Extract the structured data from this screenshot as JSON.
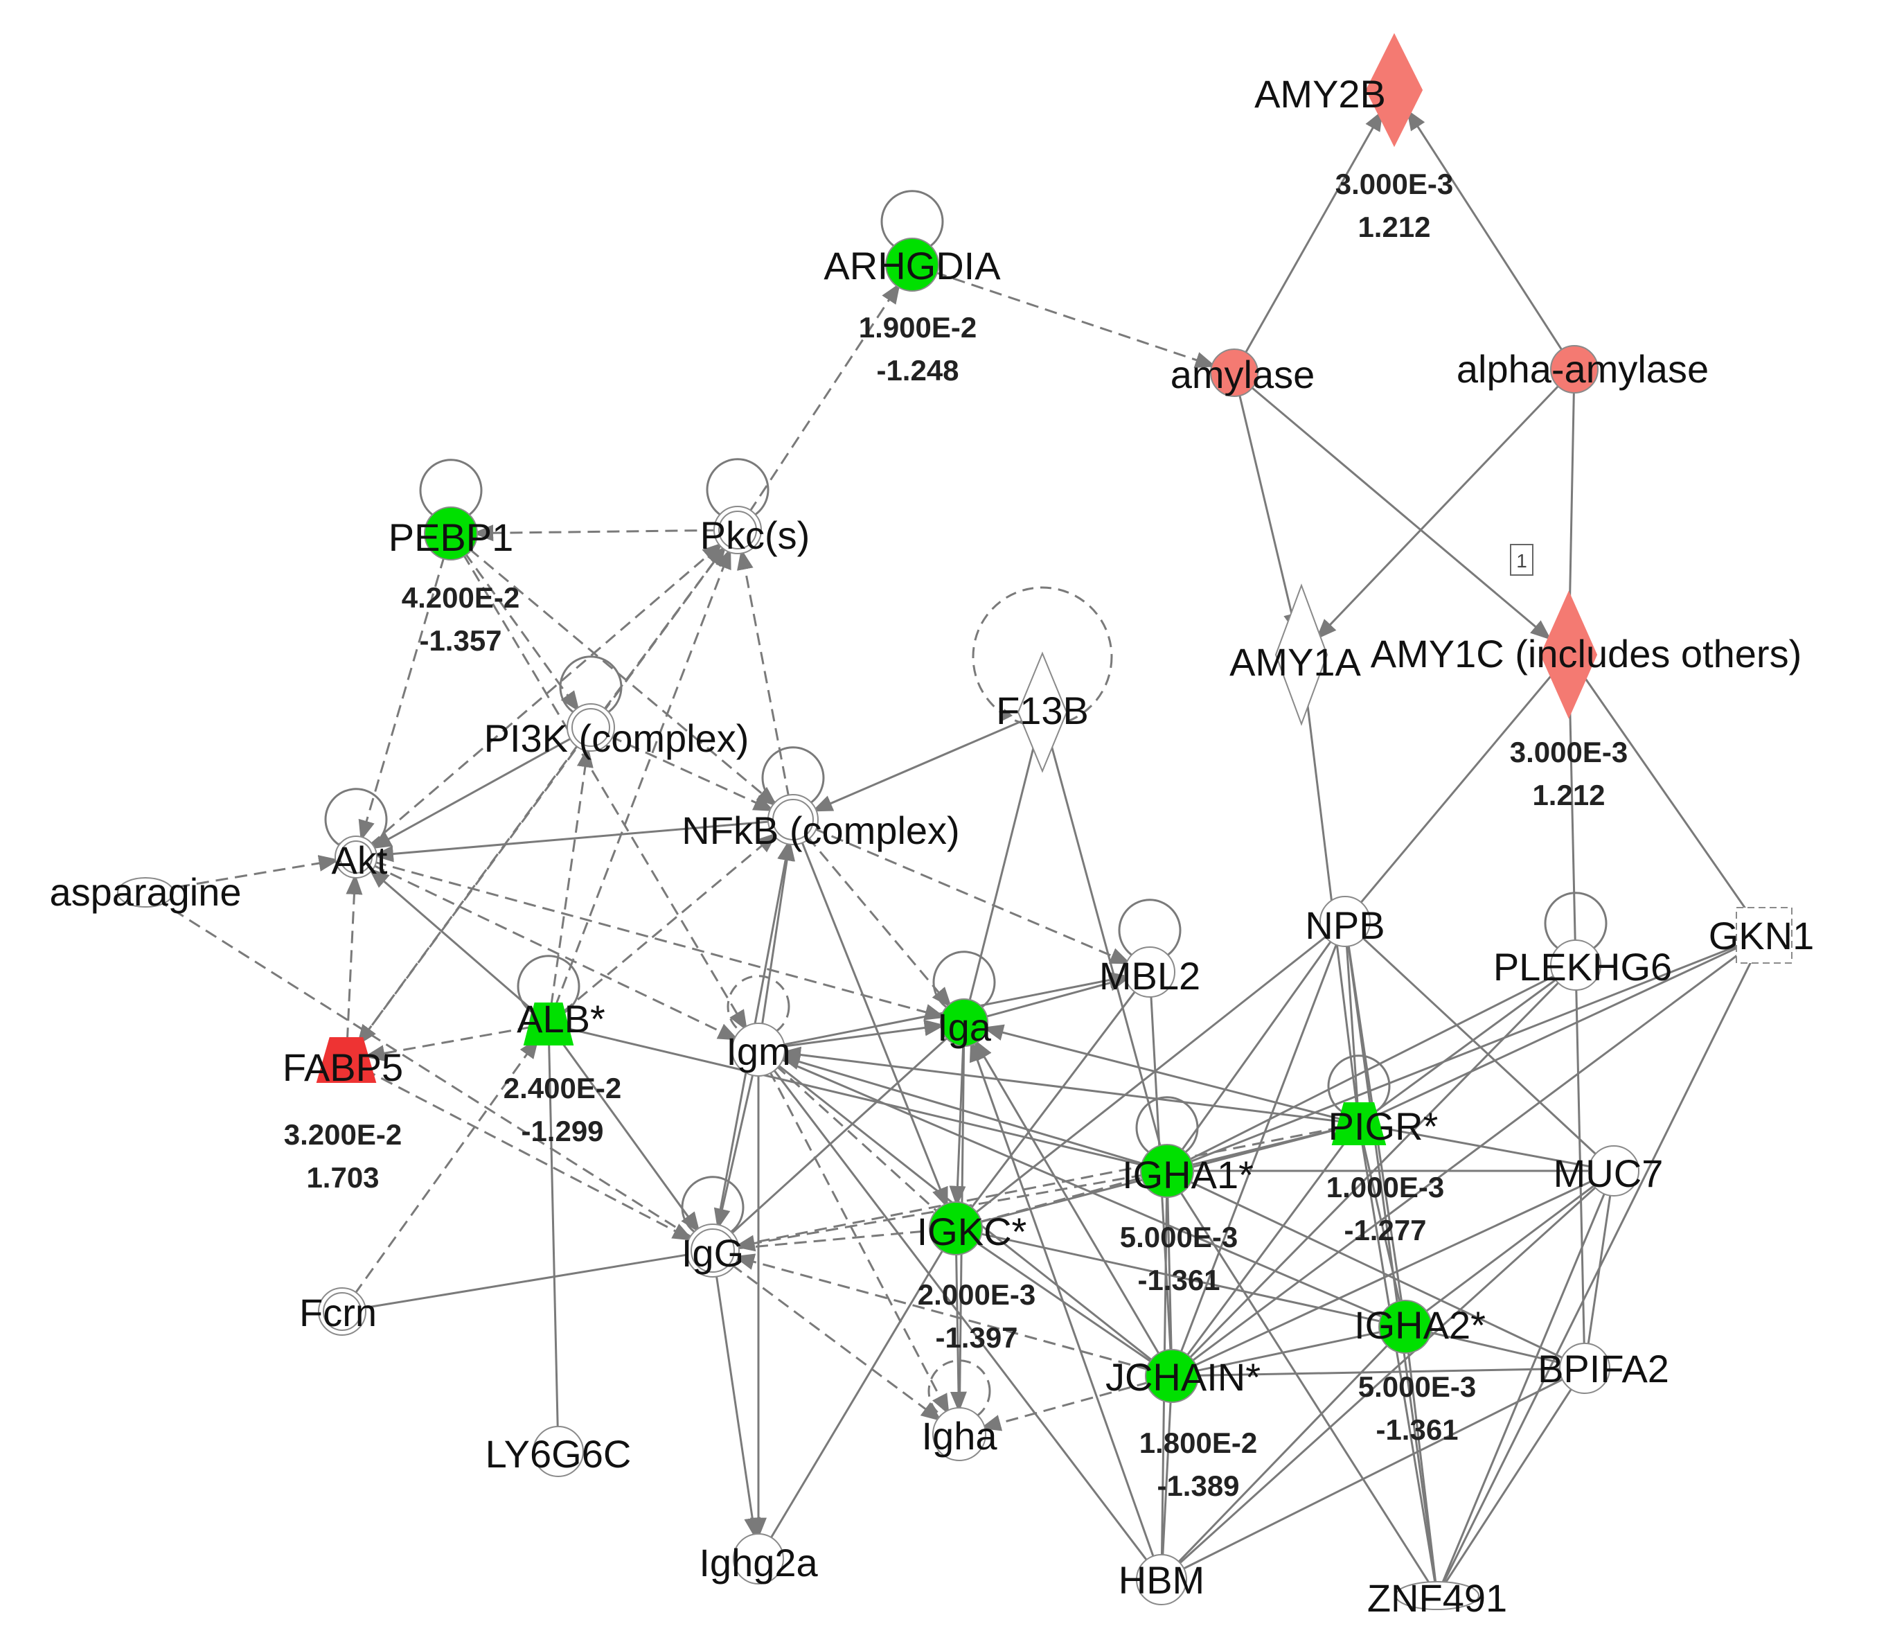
{
  "colors": {
    "down": "#00e000",
    "up_strong": "#ee3333",
    "up": "#f47a72",
    "neutral": "#ffffff",
    "edge": "#7a7a7a"
  },
  "nodes": [
    {
      "id": "amy2b",
      "label": "AMY2B",
      "shape": "diamond",
      "color": "up",
      "p": "3.000E-3",
      "fc": "1.212"
    },
    {
      "id": "arhgdia",
      "label": "ARHGDIA",
      "shape": "circle",
      "color": "down",
      "p": "1.900E-2",
      "fc": "-1.248",
      "self_loop": true
    },
    {
      "id": "amylase",
      "label": "amylase",
      "shape": "circle",
      "color": "up"
    },
    {
      "id": "alpha_amylase",
      "label": "alpha-amylase",
      "shape": "circle",
      "color": "up"
    },
    {
      "id": "pebp1",
      "label": "PEBP1",
      "shape": "circle",
      "color": "down",
      "p": "4.200E-2",
      "fc": "-1.357",
      "self_loop": true
    },
    {
      "id": "pkc",
      "label": "Pkc(s)",
      "shape": "dcircle",
      "color": "neutral",
      "self_loop": true
    },
    {
      "id": "amy1a",
      "label": "AMY1A",
      "shape": "diamond",
      "color": "neutral"
    },
    {
      "id": "amy1c",
      "label": "AMY1C (includes others)",
      "shape": "diamond",
      "color": "up",
      "p": "3.000E-3",
      "fc": "1.212"
    },
    {
      "id": "f13b",
      "label": "F13B",
      "shape": "diamond",
      "color": "neutral",
      "self_loop_dashed": true
    },
    {
      "id": "pi3k",
      "label": "PI3K (complex)",
      "shape": "dcircle",
      "color": "neutral",
      "self_loop": true
    },
    {
      "id": "nfkb",
      "label": "NFkB (complex)",
      "shape": "dcircle",
      "color": "neutral",
      "self_loop": true
    },
    {
      "id": "akt",
      "label": "Akt",
      "shape": "dcircle",
      "color": "neutral",
      "self_loop": true
    },
    {
      "id": "asparagine",
      "label": "asparagine",
      "shape": "ellipse",
      "color": "neutral"
    },
    {
      "id": "npb",
      "label": "NPB",
      "shape": "circle",
      "color": "neutral"
    },
    {
      "id": "plekhg6",
      "label": "PLEKHG6",
      "shape": "circle",
      "color": "neutral",
      "self_loop": true
    },
    {
      "id": "gkn1",
      "label": "GKN1",
      "shape": "dsquare",
      "color": "neutral"
    },
    {
      "id": "mbl2",
      "label": "MBL2",
      "shape": "circle",
      "color": "neutral",
      "self_loop": true
    },
    {
      "id": "iga",
      "label": "Iga",
      "shape": "circle",
      "color": "down",
      "self_loop": true
    },
    {
      "id": "alb",
      "label": "ALB*",
      "shape": "trapezoid",
      "color": "down",
      "p": "2.400E-2",
      "fc": "-1.299",
      "self_loop": true
    },
    {
      "id": "igm",
      "label": "Igm",
      "shape": "circle",
      "color": "neutral",
      "self_loop_dashed": true
    },
    {
      "id": "fabp5",
      "label": "FABP5",
      "shape": "trapezoid",
      "color": "up_strong",
      "p": "3.200E-2",
      "fc": "1.703"
    },
    {
      "id": "pigr",
      "label": "PIGR*",
      "shape": "trapezoid",
      "color": "down",
      "p": "1.000E-3",
      "fc": "-1.277",
      "self_loop": true
    },
    {
      "id": "igha1",
      "label": "IGHA1*",
      "shape": "circle",
      "color": "down",
      "p": "5.000E-3",
      "fc": "-1.361",
      "self_loop": true
    },
    {
      "id": "muc7",
      "label": "MUC7",
      "shape": "circle",
      "color": "neutral"
    },
    {
      "id": "igg",
      "label": "IgG",
      "shape": "dcircle",
      "color": "neutral",
      "self_loop": true
    },
    {
      "id": "igkc",
      "label": "IGKC*",
      "shape": "circle",
      "color": "down",
      "p": "2.000E-3",
      "fc": "-1.397"
    },
    {
      "id": "fcrn",
      "label": "Fcrn",
      "shape": "dcircle",
      "color": "neutral"
    },
    {
      "id": "igha2",
      "label": "IGHA2*",
      "shape": "circle",
      "color": "down",
      "p": "5.000E-3",
      "fc": "-1.361"
    },
    {
      "id": "jchain",
      "label": "JCHAIN*",
      "shape": "circle",
      "color": "down",
      "p": "1.800E-2",
      "fc": "-1.389"
    },
    {
      "id": "bpifa2",
      "label": "BPIFA2",
      "shape": "circle",
      "color": "neutral"
    },
    {
      "id": "igha",
      "label": "Igha",
      "shape": "circle",
      "color": "neutral",
      "self_loop_dashed": true
    },
    {
      "id": "ly6g6c",
      "label": "LY6G6C",
      "shape": "circle",
      "color": "neutral"
    },
    {
      "id": "ighg2a",
      "label": "Ighg2a",
      "shape": "circle",
      "color": "neutral"
    },
    {
      "id": "hbm",
      "label": "HBM",
      "shape": "circle",
      "color": "neutral"
    },
    {
      "id": "znf491",
      "label": "ZNF491",
      "shape": "ellipse",
      "color": "neutral"
    }
  ],
  "edges": [
    {
      "from": "amylase",
      "to": "amy2b",
      "dashed": false,
      "arrow": true
    },
    {
      "from": "alpha_amylase",
      "to": "amy2b",
      "dashed": false,
      "arrow": true
    },
    {
      "from": "arhgdia",
      "to": "amylase",
      "dashed": true,
      "arrow": true
    },
    {
      "from": "pkc",
      "to": "arhgdia",
      "dashed": true,
      "arrow": true
    },
    {
      "from": "amylase",
      "to": "amy1a",
      "dashed": false,
      "arrow": true
    },
    {
      "from": "amylase",
      "to": "amy1c",
      "dashed": false,
      "arrow": true
    },
    {
      "from": "alpha_amylase",
      "to": "amy1a",
      "dashed": false,
      "arrow": true
    },
    {
      "from": "alpha_amylase",
      "to": "amy1c",
      "dashed": false,
      "arrow": true
    },
    {
      "from": "pkc",
      "to": "pebp1",
      "dashed": true,
      "arrow": true
    },
    {
      "from": "pebp1",
      "to": "akt",
      "dashed": true,
      "arrow": true
    },
    {
      "from": "pebp1",
      "to": "pi3k",
      "dashed": true,
      "arrow": true
    },
    {
      "from": "pebp1",
      "to": "nfkb",
      "dashed": true,
      "arrow": true
    },
    {
      "from": "pebp1",
      "to": "igm",
      "dashed": true,
      "arrow": true
    },
    {
      "from": "pi3k",
      "to": "pkc",
      "dashed": true,
      "arrow": true
    },
    {
      "from": "nfkb",
      "to": "pkc",
      "dashed": true,
      "arrow": true
    },
    {
      "from": "akt",
      "to": "pkc",
      "dashed": true,
      "arrow": true
    },
    {
      "from": "alb",
      "to": "pkc",
      "dashed": true,
      "arrow": true
    },
    {
      "from": "pkc",
      "to": "fabp5",
      "dashed": true,
      "arrow": true
    },
    {
      "from": "pi3k",
      "to": "akt",
      "dashed": false,
      "arrow": true
    },
    {
      "from": "pi3k",
      "to": "nfkb",
      "dashed": true,
      "arrow": true
    },
    {
      "from": "alb",
      "to": "pi3k",
      "dashed": true,
      "arrow": true
    },
    {
      "from": "pi3k",
      "to": "fabp5",
      "dashed": true,
      "arrow": true
    },
    {
      "from": "nfkb",
      "to": "akt",
      "dashed": false,
      "arrow": true
    },
    {
      "from": "asparagine",
      "to": "akt",
      "dashed": true,
      "arrow": true
    },
    {
      "from": "fabp5",
      "to": "akt",
      "dashed": true,
      "arrow": true
    },
    {
      "from": "asparagine",
      "to": "igg",
      "dashed": true,
      "arrow": false
    },
    {
      "from": "f13b",
      "to": "nfkb",
      "dashed": false,
      "arrow": true
    },
    {
      "from": "f13b",
      "to": "iga",
      "dashed": false,
      "arrow": false
    },
    {
      "from": "f13b",
      "to": "igha1",
      "dashed": false,
      "arrow": false
    },
    {
      "from": "alb",
      "to": "nfkb",
      "dashed": true,
      "arrow": true
    },
    {
      "from": "igm",
      "to": "nfkb",
      "dashed": false,
      "arrow": true
    },
    {
      "from": "nfkb",
      "to": "mbl2",
      "dashed": true,
      "arrow": true
    },
    {
      "from": "nfkb",
      "to": "iga",
      "dashed": true,
      "arrow": true
    },
    {
      "from": "nfkb",
      "to": "igkc",
      "dashed": false,
      "arrow": true
    },
    {
      "from": "igg",
      "to": "nfkb",
      "dashed": false,
      "arrow": true
    },
    {
      "from": "akt",
      "to": "igm",
      "dashed": true,
      "arrow": true
    },
    {
      "from": "alb",
      "to": "akt",
      "dashed": false,
      "arrow": true
    },
    {
      "from": "akt",
      "to": "iga",
      "dashed": true,
      "arrow": true
    },
    {
      "from": "fcrn",
      "to": "alb",
      "dashed": true,
      "arrow": true
    },
    {
      "from": "alb",
      "to": "fabp5",
      "dashed": true,
      "arrow": true
    },
    {
      "from": "alb",
      "to": "ly6g6c",
      "dashed": false,
      "arrow": false
    },
    {
      "from": "alb",
      "to": "igg",
      "dashed": false,
      "arrow": true
    },
    {
      "from": "alb",
      "to": "igha1",
      "dashed": false,
      "arrow": false
    },
    {
      "from": "igm",
      "to": "iga",
      "dashed": false,
      "arrow": true
    },
    {
      "from": "igm",
      "to": "mbl2",
      "dashed": false,
      "arrow": true
    },
    {
      "from": "igm",
      "to": "igg",
      "dashed": false,
      "arrow": true
    },
    {
      "from": "igm",
      "to": "ighg2a",
      "dashed": false,
      "arrow": true
    },
    {
      "from": "igm",
      "to": "igha",
      "dashed": true,
      "arrow": true
    },
    {
      "from": "igm",
      "to": "igkc",
      "dashed": true,
      "arrow": false
    },
    {
      "from": "igha1",
      "to": "igm",
      "dashed": false,
      "arrow": true
    },
    {
      "from": "pigr",
      "to": "igm",
      "dashed": false,
      "arrow": true
    },
    {
      "from": "iga",
      "to": "mbl2",
      "dashed": false,
      "arrow": true
    },
    {
      "from": "iga",
      "to": "igkc",
      "dashed": false,
      "arrow": true
    },
    {
      "from": "iga",
      "to": "igg",
      "dashed": false,
      "arrow": false
    },
    {
      "from": "pigr",
      "to": "iga",
      "dashed": false,
      "arrow": true
    },
    {
      "from": "jchain",
      "to": "iga",
      "dashed": false,
      "arrow": true
    },
    {
      "from": "hbm",
      "to": "iga",
      "dashed": false,
      "arrow": true
    },
    {
      "from": "fabp5",
      "to": "igg",
      "dashed": true,
      "arrow": true
    },
    {
      "from": "fcrn",
      "to": "igg",
      "dashed": false,
      "arrow": false
    },
    {
      "from": "igg",
      "to": "ighg2a",
      "dashed": false,
      "arrow": true
    },
    {
      "from": "igg",
      "to": "igha",
      "dashed": true,
      "arrow": true
    },
    {
      "from": "igg",
      "to": "igkc",
      "dashed": true,
      "arrow": false
    },
    {
      "from": "igkc",
      "to": "igha",
      "dashed": false,
      "arrow": true
    },
    {
      "from": "igkc",
      "to": "igha1",
      "dashed": true,
      "arrow": false
    },
    {
      "from": "igkc",
      "to": "pigr",
      "dashed": false,
      "arrow": false
    },
    {
      "from": "igkc",
      "to": "jchain",
      "dashed": false,
      "arrow": false
    },
    {
      "from": "igkc",
      "to": "ighg2a",
      "dashed": false,
      "arrow": false
    },
    {
      "from": "jchain",
      "to": "igha",
      "dashed": true,
      "arrow": true
    },
    {
      "from": "jchain",
      "to": "igg",
      "dashed": true,
      "arrow": true
    },
    {
      "from": "igha1",
      "to": "igg",
      "dashed": true,
      "arrow": true
    },
    {
      "from": "pigr",
      "to": "igg",
      "dashed": true,
      "arrow": false
    },
    {
      "from": "igha1",
      "to": "pigr",
      "dashed": false,
      "arrow": false
    },
    {
      "from": "igha1",
      "to": "jchain",
      "dashed": false,
      "arrow": false
    },
    {
      "from": "igha1",
      "to": "hbm",
      "dashed": false,
      "arrow": false
    },
    {
      "from": "igha1",
      "to": "npb",
      "dashed": false,
      "arrow": false
    },
    {
      "from": "igha1",
      "to": "plekhg6",
      "dashed": false,
      "arrow": false
    },
    {
      "from": "igha1",
      "to": "gkn1",
      "dashed": false,
      "arrow": false
    },
    {
      "from": "igha1",
      "to": "muc7",
      "dashed": false,
      "arrow": false
    },
    {
      "from": "igha1",
      "to": "bpifa2",
      "dashed": false,
      "arrow": false
    },
    {
      "from": "igha1",
      "to": "znf491",
      "dashed": false,
      "arrow": false
    },
    {
      "from": "amy1a",
      "to": "pigr",
      "dashed": false,
      "arrow": false
    },
    {
      "from": "amy1c",
      "to": "plekhg6",
      "dashed": false,
      "arrow": false
    },
    {
      "from": "amy1c",
      "to": "gkn1",
      "dashed": false,
      "arrow": false
    },
    {
      "from": "amy1c",
      "to": "npb",
      "dashed": false,
      "arrow": false
    },
    {
      "from": "npb",
      "to": "pigr",
      "dashed": false,
      "arrow": false
    },
    {
      "from": "npb",
      "to": "jchain",
      "dashed": false,
      "arrow": false
    },
    {
      "from": "npb",
      "to": "igha2",
      "dashed": false,
      "arrow": false
    },
    {
      "from": "npb",
      "to": "muc7",
      "dashed": false,
      "arrow": false
    },
    {
      "from": "npb",
      "to": "igkc",
      "dashed": false,
      "arrow": false
    },
    {
      "from": "npb",
      "to": "znf491",
      "dashed": false,
      "arrow": false
    },
    {
      "from": "plekhg6",
      "to": "pigr",
      "dashed": false,
      "arrow": false
    },
    {
      "from": "plekhg6",
      "to": "jchain",
      "dashed": false,
      "arrow": false
    },
    {
      "from": "plekhg6",
      "to": "bpifa2",
      "dashed": false,
      "arrow": false
    },
    {
      "from": "gkn1",
      "to": "pigr",
      "dashed": false,
      "arrow": false
    },
    {
      "from": "gkn1",
      "to": "jchain",
      "dashed": false,
      "arrow": false
    },
    {
      "from": "gkn1",
      "to": "znf491",
      "dashed": false,
      "arrow": false
    },
    {
      "from": "mbl2",
      "to": "jchain",
      "dashed": false,
      "arrow": false
    },
    {
      "from": "mbl2",
      "to": "igkc",
      "dashed": false,
      "arrow": false
    },
    {
      "from": "pigr",
      "to": "jchain",
      "dashed": false,
      "arrow": false
    },
    {
      "from": "pigr",
      "to": "igha2",
      "dashed": false,
      "arrow": false
    },
    {
      "from": "pigr",
      "to": "muc7",
      "dashed": false,
      "arrow": false
    },
    {
      "from": "pigr",
      "to": "znf491",
      "dashed": false,
      "arrow": false
    },
    {
      "from": "igha2",
      "to": "jchain",
      "dashed": false,
      "arrow": false
    },
    {
      "from": "igha2",
      "to": "muc7",
      "dashed": false,
      "arrow": false
    },
    {
      "from": "igha2",
      "to": "bpifa2",
      "dashed": false,
      "arrow": false
    },
    {
      "from": "igha2",
      "to": "znf491",
      "dashed": false,
      "arrow": false
    },
    {
      "from": "igha2",
      "to": "hbm",
      "dashed": false,
      "arrow": false
    },
    {
      "from": "igha2",
      "to": "igm",
      "dashed": false,
      "arrow": false
    },
    {
      "from": "igha2",
      "to": "igkc",
      "dashed": false,
      "arrow": false
    },
    {
      "from": "jchain",
      "to": "muc7",
      "dashed": false,
      "arrow": false
    },
    {
      "from": "jchain",
      "to": "bpifa2",
      "dashed": false,
      "arrow": false
    },
    {
      "from": "jchain",
      "to": "hbm",
      "dashed": false,
      "arrow": false
    },
    {
      "from": "jchain",
      "to": "igm",
      "dashed": false,
      "arrow": false
    },
    {
      "from": "muc7",
      "to": "bpifa2",
      "dashed": false,
      "arrow": false
    },
    {
      "from": "muc7",
      "to": "znf491",
      "dashed": false,
      "arrow": false
    },
    {
      "from": "muc7",
      "to": "hbm",
      "dashed": false,
      "arrow": false
    },
    {
      "from": "bpifa2",
      "to": "znf491",
      "dashed": false,
      "arrow": false
    },
    {
      "from": "bpifa2",
      "to": "hbm",
      "dashed": false,
      "arrow": false
    },
    {
      "from": "igha",
      "to": "iga",
      "dashed": false,
      "arrow": false
    },
    {
      "from": "hbm",
      "to": "igm",
      "dashed": false,
      "arrow": false
    }
  ],
  "badge": "1"
}
